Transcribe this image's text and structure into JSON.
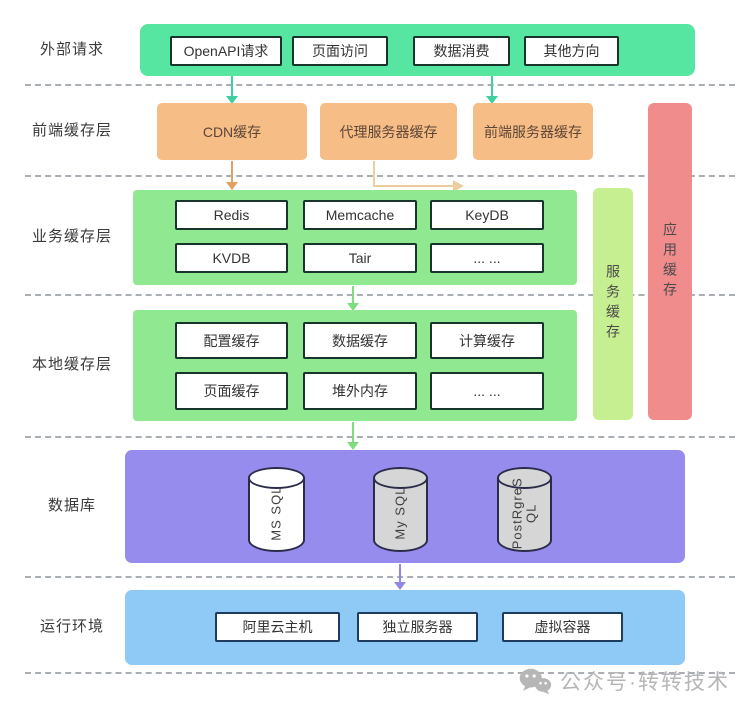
{
  "diagram": {
    "rows": [
      {
        "name": "external-requests",
        "label": "外部请求",
        "boxes": [
          "OpenAPI请求",
          "页面访问",
          "数据消费",
          "其他方向"
        ]
      },
      {
        "name": "frontend-cache-layer",
        "label": "前端缓存层",
        "boxes": [
          "CDN缓存",
          "代理服务器缓存",
          "前端服务器缓存"
        ]
      },
      {
        "name": "business-cache-layer",
        "label": "业务缓存层",
        "boxes": [
          "Redis",
          "Memcache",
          "KeyDB",
          "KVDB",
          "Tair",
          "... ..."
        ]
      },
      {
        "name": "local-cache-layer",
        "label": "本地缓存层",
        "boxes": [
          "配置缓存",
          "数据缓存",
          "计算缓存",
          "页面缓存",
          "堆外内存",
          "... ..."
        ]
      },
      {
        "name": "database-layer",
        "label": "数据库",
        "cylinders": [
          "MS SQL",
          "My SQL",
          "PostRgreS\nQL"
        ]
      },
      {
        "name": "runtime-layer",
        "label": "运行环境",
        "boxes": [
          "阿里云主机",
          "独立服务器",
          "虚拟容器"
        ]
      }
    ],
    "side_bands": {
      "service": "服务缓存",
      "application": "应用缓存"
    },
    "colors": {
      "external_band": "#57e6a1",
      "frontend_box": "#f6bd87",
      "cache_band": "#90e890",
      "service_band": "#c6ef92",
      "application_band": "#f18c8c",
      "database_band": "#958ced",
      "runtime_band": "#8ecaf5",
      "teal_arrow": "#3ed0a0",
      "orange_arrow": "#e3a060",
      "green_arrow": "#7fdd7f",
      "purple_arrow": "#9187e6"
    }
  },
  "watermark": {
    "icon": "wechat-icon",
    "text": "公众号·转转技术"
  }
}
